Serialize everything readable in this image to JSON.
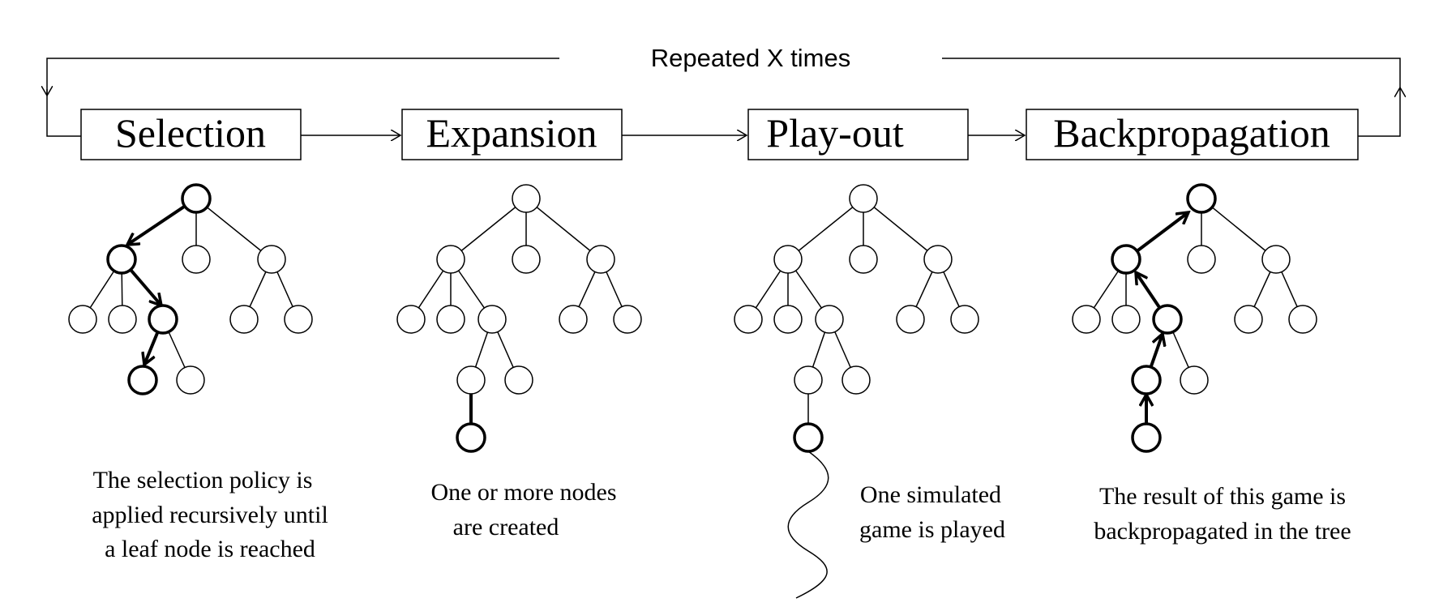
{
  "loop": {
    "label": "Repeated X times"
  },
  "phases": [
    {
      "label": "Selection",
      "caption": [
        "The selection policy is",
        "applied recursively until",
        "a leaf node is reached"
      ]
    },
    {
      "label": "Expansion",
      "caption": [
        "One or more nodes",
        "are created"
      ]
    },
    {
      "label": "Play-out",
      "caption": [
        "One simulated",
        "game is played"
      ]
    },
    {
      "label": "Backpropagation",
      "caption": [
        "The result of this game is",
        "backpropagated in the tree"
      ]
    }
  ]
}
